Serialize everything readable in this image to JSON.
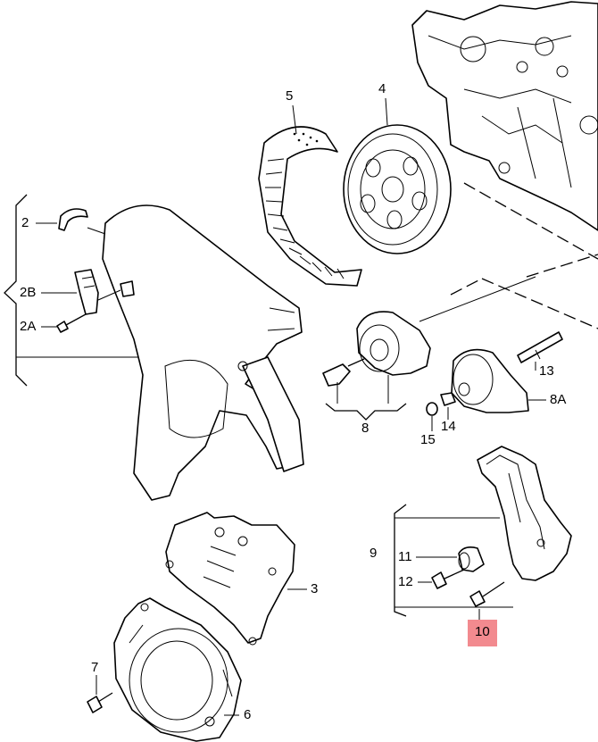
{
  "callouts": {
    "c2": "2",
    "c2b": "2B",
    "c2a": "2A",
    "c3": "3",
    "c4": "4",
    "c5": "5",
    "c6": "6",
    "c7": "7",
    "c8": "8",
    "c8a": "8A",
    "c9": "9",
    "c10": "10",
    "c11": "11",
    "c12": "12",
    "c13": "13",
    "c14": "14",
    "c15": "15"
  },
  "highlight_color": "#f28a8f"
}
